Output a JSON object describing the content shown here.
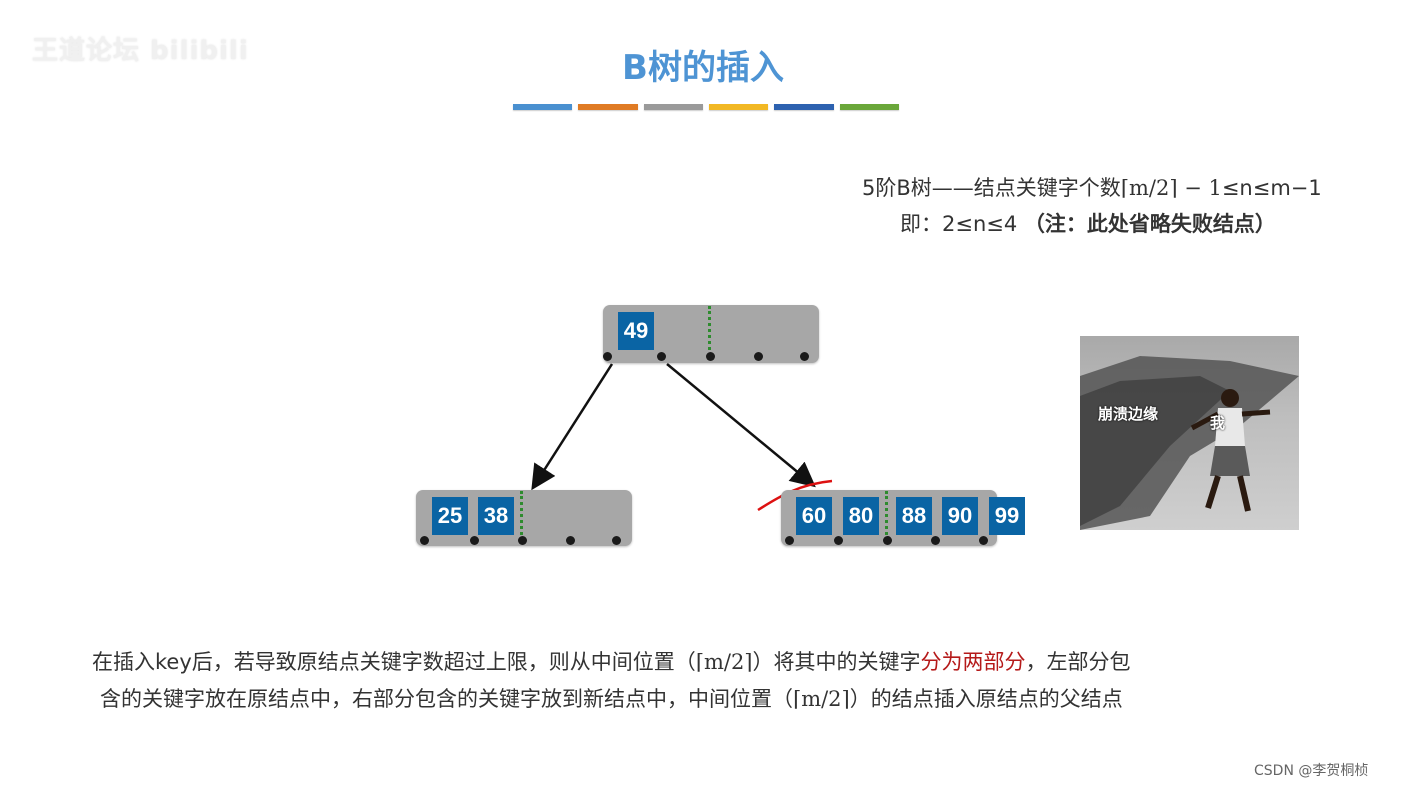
{
  "watermark": "王道论坛 bilibili",
  "title": "B树的插入",
  "stripes": [
    "#4a90d0",
    "#e07b24",
    "#9a9a9a",
    "#f2b824",
    "#2d62b0",
    "#6aa73a"
  ],
  "rule": {
    "line1_prefix": "5阶B树——结点关键字个数",
    "line1_math": "⌈m/2⌉ − 1",
    "line1_suffix": "≤n≤m−1",
    "line2_prefix": "即：2≤n≤4 ",
    "line2_bold": "（注：此处省略失败结点）"
  },
  "tree": {
    "root_keys": [
      "49"
    ],
    "left_keys": [
      "25",
      "38"
    ],
    "right_keys": [
      "60",
      "80",
      "88",
      "90"
    ],
    "overflow_key": "99"
  },
  "meme": {
    "label_edge": "崩溃边缘",
    "label_me": "我"
  },
  "bottom": {
    "line1_a": "在插入key后，若导致原结点关键字数超过上限，则从中间位置（",
    "math": "⌈m/2⌉",
    "line1_b": "）将其中的关键字",
    "highlight": "分为两部分",
    "line1_c": "，左部分包",
    "line2_a": "含的关键字放在原结点中，右部分包含的关键字放到新结点中，中间位置（",
    "line2_b": "）的结点插入原结点的父结点"
  },
  "credit": "CSDN @李贺桐桢",
  "colors": {
    "key_fill": "#0a64a4",
    "node_fill": "#a7a7a7",
    "title": "#4e94d4",
    "highlight": "#b51a1a"
  }
}
